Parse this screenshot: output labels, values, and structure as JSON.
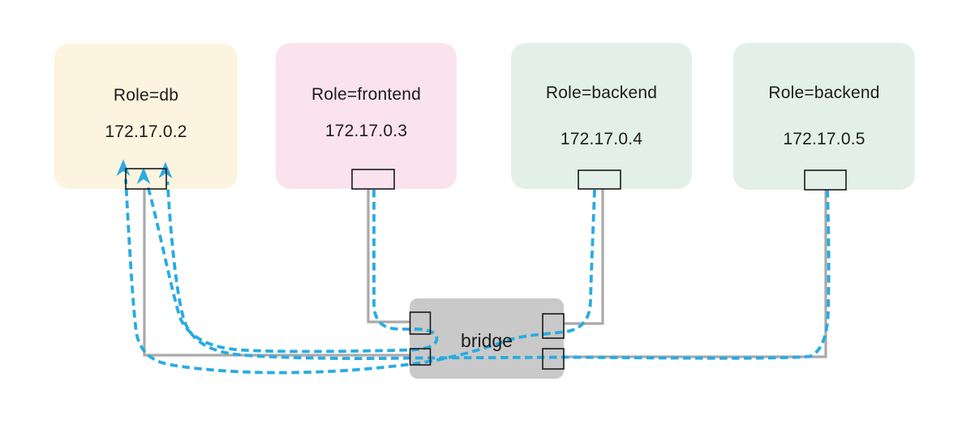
{
  "containers": [
    {
      "role": "Role=db",
      "ip": "172.17.0.2",
      "color": "#fcf4de"
    },
    {
      "role": "Role=frontend",
      "ip": "172.17.0.3",
      "color": "#fae3ec"
    },
    {
      "role": "Role=backend",
      "ip": "172.17.0.4",
      "color": "#e2f0e9"
    },
    {
      "role": "Role=backend",
      "ip": "172.17.0.5",
      "color": "#e2f0e9"
    }
  ],
  "bridge": {
    "label": "bridge",
    "color": "#c9c9c9"
  },
  "colors": {
    "traffic": "#29abe2",
    "link": "#a9a9a9",
    "port_stroke": "#1a1a1a",
    "text": "#1c1c1c",
    "background": "#ffffff"
  },
  "connections": {
    "links": [
      {
        "from": "db (172.17.0.2)",
        "to": "bridge"
      },
      {
        "from": "frontend (172.17.0.3)",
        "to": "bridge"
      },
      {
        "from": "backend (172.17.0.4)",
        "to": "bridge"
      },
      {
        "from": "backend (172.17.0.5)",
        "to": "bridge"
      }
    ],
    "traffic": [
      {
        "from": "frontend (172.17.0.3)",
        "to": "db (172.17.0.2)",
        "via": "bridge",
        "style": "dashed-arrow"
      },
      {
        "from": "backend (172.17.0.4)",
        "to": "db (172.17.0.2)",
        "via": "bridge",
        "style": "dashed-arrow"
      },
      {
        "from": "backend (172.17.0.5)",
        "to": "db (172.17.0.2)",
        "via": "bridge",
        "style": "dashed-arrow"
      }
    ]
  }
}
